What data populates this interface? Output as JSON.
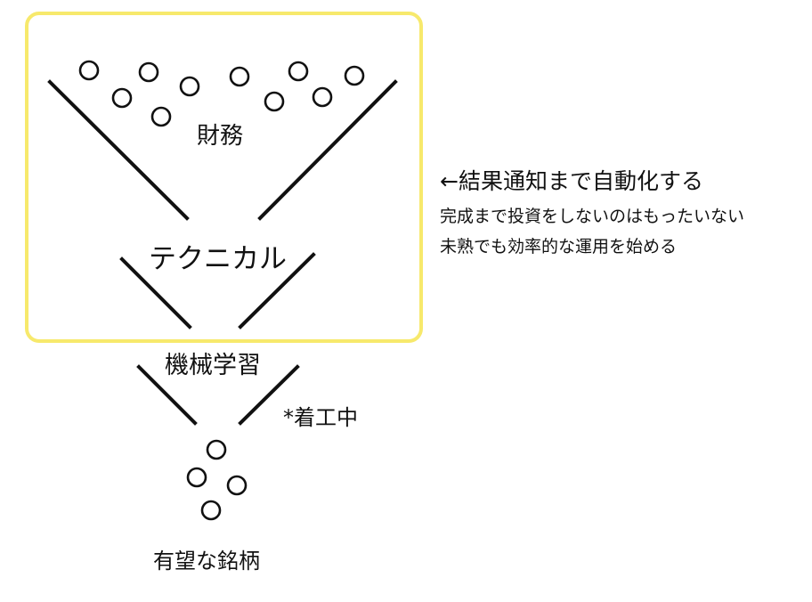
{
  "colors": {
    "highlight": "#f7e96c",
    "ink": "#111111"
  },
  "stages": {
    "financial": "財務",
    "technical": "テクニカル",
    "machine_learning": "機械学習",
    "output": "有望な銘柄"
  },
  "status": {
    "in_progress": "*着工中"
  },
  "notes": {
    "headline": "←結果通知まで自動化する",
    "line1": "完成まで投資をしないのはもったいない",
    "line2": "未熟でも効率的な運用を始める"
  }
}
